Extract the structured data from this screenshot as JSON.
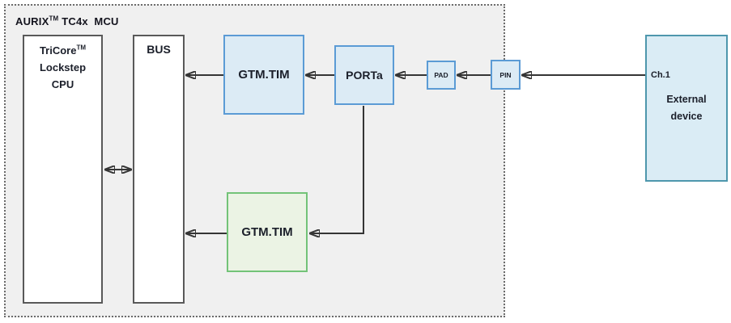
{
  "colors": {
    "mcu_background": "#f0f0f0",
    "gray_block_border": "#595959",
    "blue_fill": "#dcebf5",
    "blue_border": "#5b9bd5",
    "green_fill": "#ebf3e4",
    "green_border": "#73c378",
    "external_fill": "#daecf5",
    "external_border": "#4e97ad",
    "arrow": "#353535"
  },
  "mcu": {
    "brand": "AURIX",
    "trademark": "TM",
    "suffix": " TC4x  MCU"
  },
  "blocks": {
    "cpu": {
      "name": "TriCore",
      "trademark": "TM",
      "line2": "Lockstep",
      "line3": "CPU"
    },
    "bus": {
      "label": "BUS"
    },
    "gtm_tim_top": {
      "label": "GTM.TIM"
    },
    "porta": {
      "label": "PORTa"
    },
    "pad": {
      "label": "PAD"
    },
    "pin": {
      "label": "PIN"
    },
    "gtm_tim_bottom": {
      "label": "GTM.TIM"
    },
    "external_device": {
      "channel": "Ch.1",
      "line1": "External",
      "line2": "device"
    }
  }
}
